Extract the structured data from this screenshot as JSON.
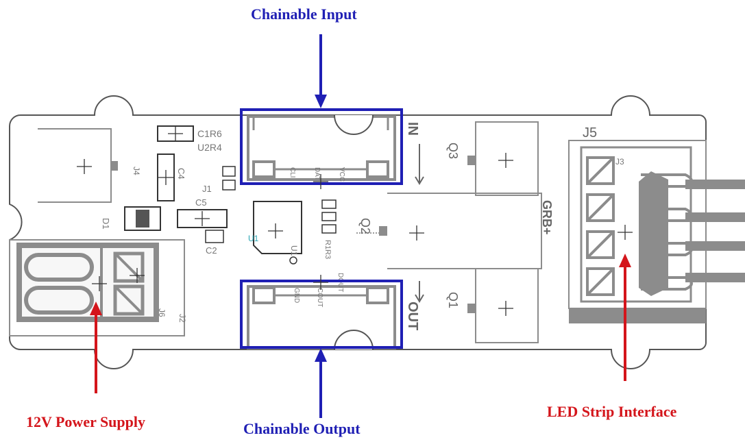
{
  "callouts": {
    "chainable_input": "Chainable Input",
    "chainable_output": "Chainable Output",
    "power_supply": "12V Power Supply",
    "led_strip": "LED Strip Interface"
  },
  "labels": {
    "in": "IN",
    "out": "OUT",
    "q1": "Q1",
    "q2": "Q2",
    "q3": "Q3",
    "j5": "J5",
    "j3": "J3",
    "j1": "J1",
    "j2": "J2",
    "j6": "J6",
    "j4": "J4",
    "u1": "U1",
    "u2_r4": "U2R4",
    "c1_r6": "C1R6",
    "c4": "C4",
    "c5": "C5",
    "c2": "C2",
    "d1": "D1",
    "grb": "GRB+",
    "r1_r3": "R1R3",
    "cli": "CLI",
    "dat": "DAT",
    "vcc": "VCC",
    "gnd": "GND",
    "dout": "DOUT",
    "cout": "COUT",
    "u1_cyan": "U1"
  },
  "colors": {
    "board_outline": "#555555",
    "part_gray": "#8c8c8c",
    "dark_gray": "#777777",
    "frame_blue": "#1f1fb4",
    "arrow_red": "#d4151b",
    "teal_text": "#2aa6b4"
  }
}
